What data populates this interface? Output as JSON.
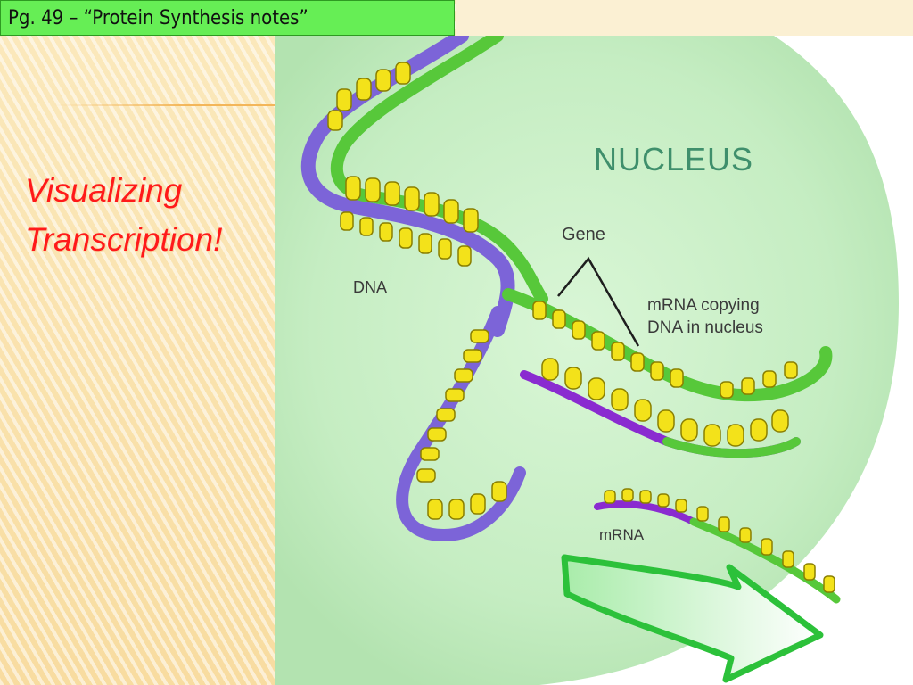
{
  "slide": {
    "title": "Pg. 49  – “Protein Synthesis notes”",
    "heading_line1": "Visualizing",
    "heading_line2": "Transcription!"
  },
  "figure": {
    "labels": {
      "nucleus": "NUCLEUS",
      "gene": "Gene",
      "dna": "DNA",
      "mrna_copying_line1": "mRNA copying",
      "mrna_copying_line2": "DNA in nucleus",
      "mrna": "mRNA"
    }
  },
  "colors": {
    "title_box": "#66ee55",
    "heading": "#ff1a1a",
    "nucleus_fill": "#c8efc6",
    "dna_purple": "#7c64d8",
    "dna_green": "#57c83a",
    "base_yellow": "#f3e21a",
    "arrow_green": "#2cc13a"
  }
}
